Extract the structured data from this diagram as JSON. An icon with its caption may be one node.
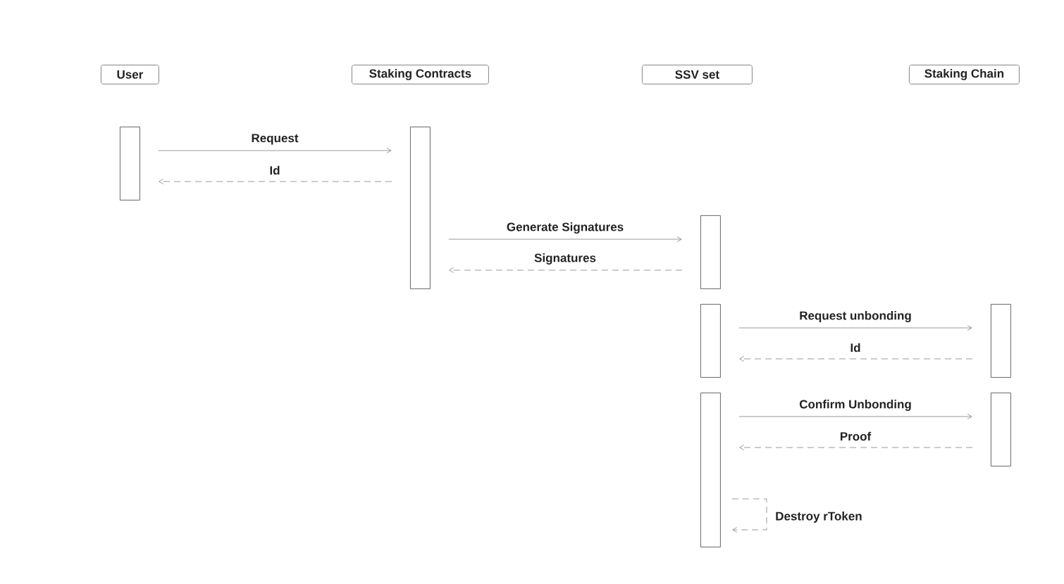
{
  "diagram": {
    "nodes": [
      {
        "text": [
          "User"
        ]
      },
      {
        "text": [
          "Staking Contracts"
        ]
      },
      {
        "text": [
          "SSV set"
        ]
      },
      {
        "text": [
          "Staking Chain"
        ]
      },
      {
        "text": [],
        "shape": "box"
      },
      {
        "text": [],
        "shape": "box"
      },
      {
        "text": [],
        "shape": "box"
      },
      {
        "text": [],
        "shape": "box"
      },
      {
        "text": [],
        "shape": "box"
      },
      {
        "text": [],
        "shape": "box"
      },
      {
        "text": [],
        "shape": "box"
      }
    ],
    "edges": [
      {
        "from": 4,
        "to": 5,
        "arrow": "to",
        "label": "Request"
      },
      {
        "from": 5,
        "to": 4,
        "arrow": "to",
        "label": "Id",
        "style": "dashed"
      },
      {
        "from": 5,
        "to": 6,
        "arrow": "to",
        "label": "Generate Signatures"
      },
      {
        "from": 6,
        "to": 5,
        "arrow": "to",
        "label": "Signatures",
        "style": "dashed"
      },
      {
        "from": 7,
        "to": 8,
        "arrow": "to",
        "label": "Request unbonding"
      },
      {
        "from": 8,
        "to": 7,
        "arrow": "to",
        "label": "Id",
        "style": "dashed"
      },
      {
        "from": 9,
        "to": 10,
        "arrow": "to",
        "label": "Confirm Unbonding"
      },
      {
        "from": 10,
        "to": 9,
        "arrow": "to",
        "label": "Proof",
        "style": "dashed"
      },
      {
        "from": 9,
        "to": 9,
        "arrow": "to",
        "label": "Destroy rToken",
        "style": "dashed"
      }
    ]
  }
}
